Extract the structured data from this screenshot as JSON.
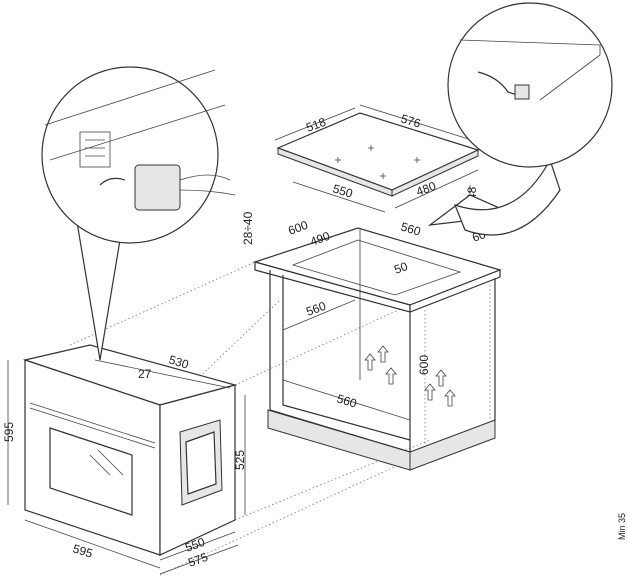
{
  "hob": {
    "dims": {
      "width_top": "518",
      "depth_top": "576",
      "cut_width": "550",
      "cut_depth": "480",
      "height": "48"
    }
  },
  "cabinet": {
    "dims": {
      "worktop_thickness": "28÷40",
      "worktop_depth": "600",
      "cut_front": "490",
      "cut_width": "560",
      "rear_gap": "60",
      "front_edge": "50",
      "inner_depth": "560",
      "inner_height": "600",
      "inner_width": "560"
    }
  },
  "oven": {
    "dims": {
      "height": "595",
      "width": "595",
      "depth": "530",
      "panel": "27",
      "body_height": "525",
      "body_width": "550",
      "total_width": "575"
    }
  },
  "side_note": "Min 35"
}
